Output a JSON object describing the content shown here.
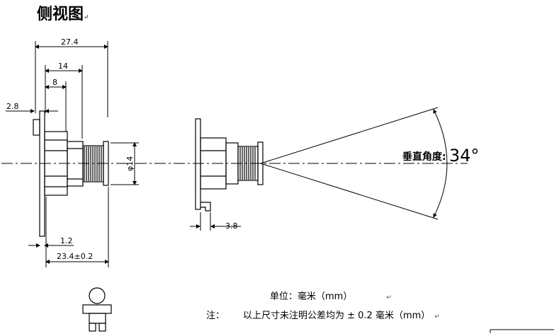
{
  "title": "侧视图",
  "dimensions": {
    "d_27_4": "27.4",
    "d_14": "14",
    "d_8": "8",
    "d_2_8": "2.8",
    "d_phi14": "φ14",
    "d_1_2": "1.2",
    "d_23_4": "23.4±0.2",
    "d_3_8": "3.8"
  },
  "angle": {
    "label": "垂直角度:",
    "value": "34°"
  },
  "unit_line": "单位：毫米（mm）",
  "note": {
    "label": "注：",
    "text": "以上尺寸未注明公差均为 ± 0.2 毫米（mm）"
  },
  "paragraph_mark": "↵"
}
